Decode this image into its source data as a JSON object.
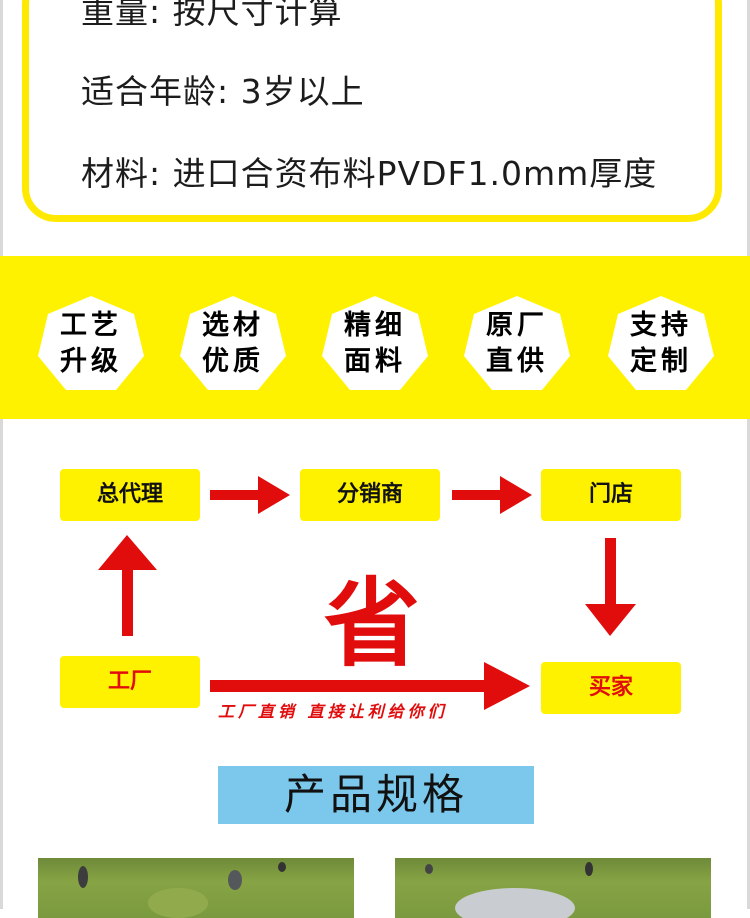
{
  "info_card": {
    "lines": [
      "重量: 按尺寸计算",
      "适合年龄: 3岁以上",
      "材料: 进口合资布料PVDF1.0mm厚度"
    ]
  },
  "features": [
    {
      "line1": "工艺",
      "line2": "升级"
    },
    {
      "line1": "选材",
      "line2": "优质"
    },
    {
      "line1": "精细",
      "line2": "面料"
    },
    {
      "line1": "原厂",
      "line2": "直供"
    },
    {
      "line1": "支持",
      "line2": "定制"
    }
  ],
  "flow": {
    "general_agent": "总代理",
    "distributor": "分销商",
    "store": "门店",
    "factory": "工厂",
    "buyer": "买家",
    "save": "省",
    "slogan": "工厂直销 直接让利给你们"
  },
  "spec_title": "产品规格",
  "colors": {
    "yellow": "#fff200",
    "red": "#e10c0c",
    "blue": "#7cc8ec"
  }
}
